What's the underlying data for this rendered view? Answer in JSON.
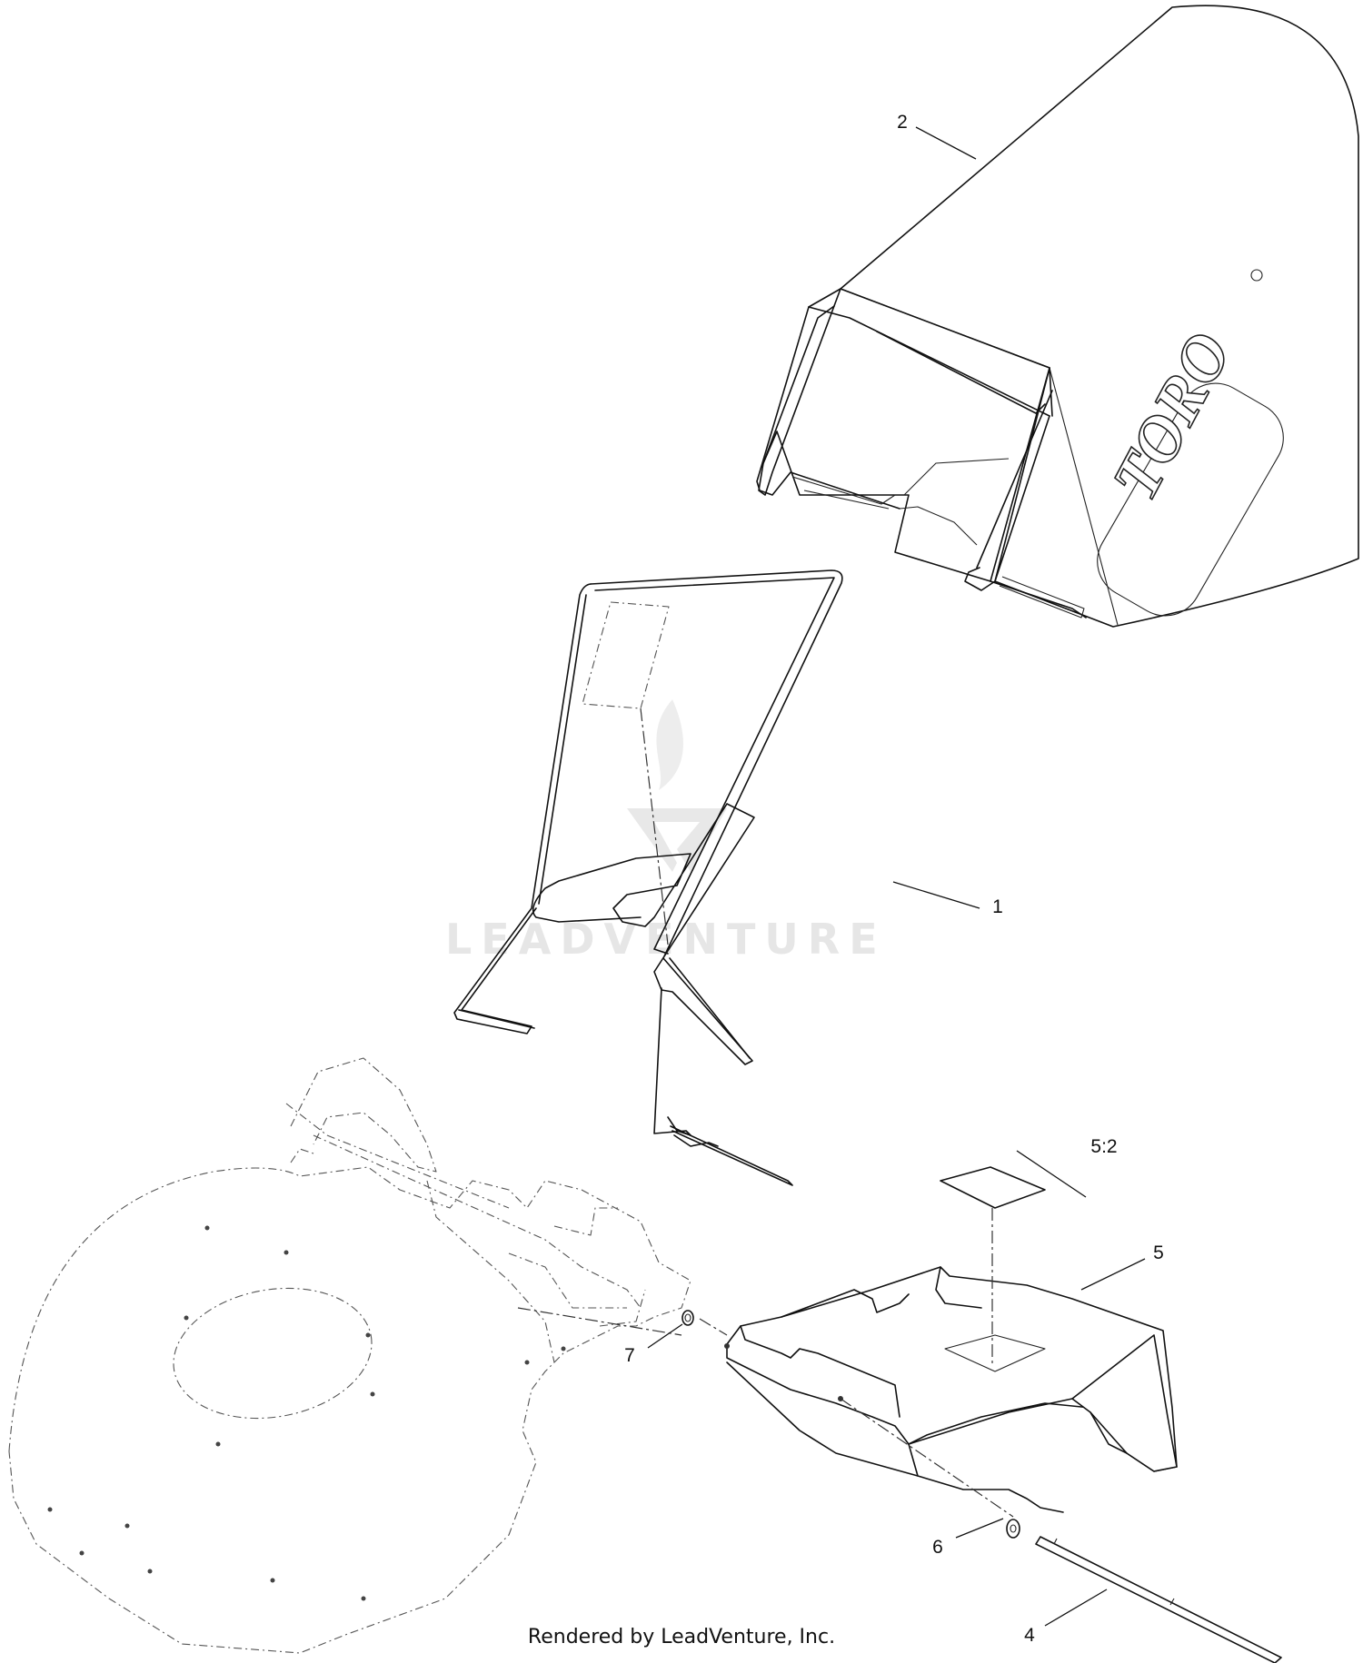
{
  "callouts": [
    {
      "id": "c1",
      "label": "1"
    },
    {
      "id": "c2",
      "label": "2"
    },
    {
      "id": "c4",
      "label": "4"
    },
    {
      "id": "c5",
      "label": "5"
    },
    {
      "id": "c52",
      "label": "5:2"
    },
    {
      "id": "c6",
      "label": "6"
    },
    {
      "id": "c7",
      "label": "7"
    }
  ],
  "bag_brand": "TORO",
  "watermark_text": "LEADVENTURE",
  "footer_text": "Rendered by LeadVenture, Inc."
}
